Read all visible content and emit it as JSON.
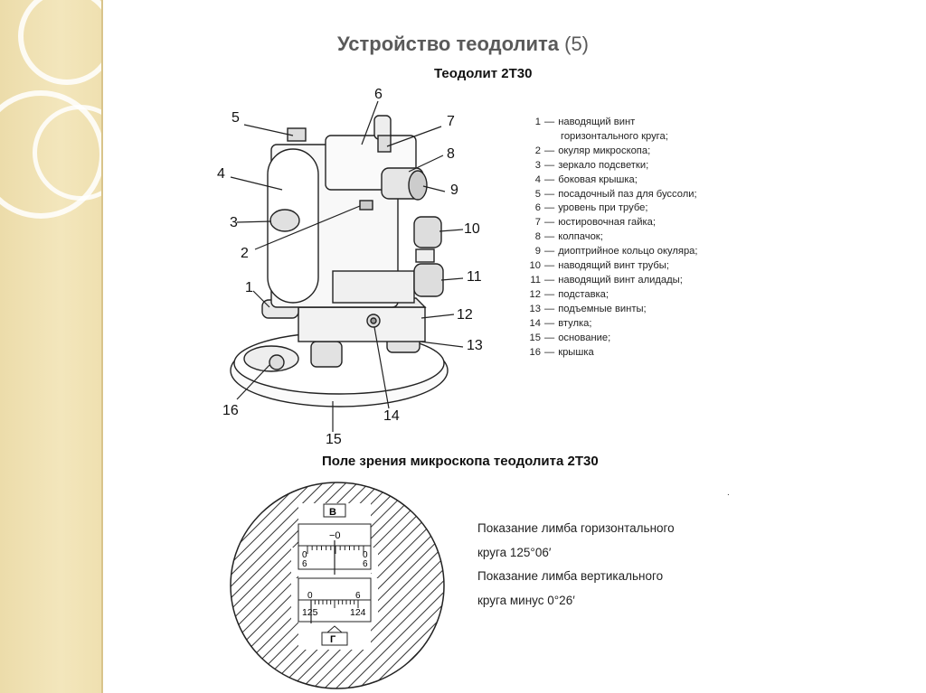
{
  "title": {
    "text": "Устройство теодолита",
    "number": "(5)"
  },
  "diagram_heading": "Теодолит 2Т30",
  "fov_heading": "Поле зрения микроскопа теодолита 2Т30",
  "callouts": [
    "1",
    "2",
    "3",
    "4",
    "5",
    "6",
    "7",
    "8",
    "9",
    "10",
    "11",
    "12",
    "13",
    "14",
    "15",
    "16"
  ],
  "legend": [
    {
      "num": "1",
      "text": "наводящий винт",
      "cont": "горизонтального круга;"
    },
    {
      "num": "2",
      "text": "окуляр микроскопа;"
    },
    {
      "num": "3",
      "text": "зеркало подсветки;"
    },
    {
      "num": "4",
      "text": "боковая крышка;"
    },
    {
      "num": "5",
      "text": "посадочный паз для буссоли;"
    },
    {
      "num": "6",
      "text": "уровень при трубе;"
    },
    {
      "num": "7",
      "text": "юстировочная гайка;"
    },
    {
      "num": "8",
      "text": "колпачок;"
    },
    {
      "num": "9",
      "text": "диоптрийное кольцо окуляра;"
    },
    {
      "num": "10",
      "text": "наводящий винт трубы;"
    },
    {
      "num": "11",
      "text": "наводящий винт алидады;"
    },
    {
      "num": "12",
      "text": "подставка;"
    },
    {
      "num": "13",
      "text": "подъемные винты;"
    },
    {
      "num": "14",
      "text": "втулка;"
    },
    {
      "num": "15",
      "text": "основание;"
    },
    {
      "num": "16",
      "text": "крышка"
    }
  ],
  "fov": {
    "v_label": "В",
    "g_label": "Г",
    "v_scale": {
      "left": "0",
      "center": "−0",
      "right": "0",
      "sub_left": "6",
      "sub_right": "6"
    },
    "h_scale": {
      "left": "0",
      "right": "6",
      "left_deg": "125",
      "right_deg": "124"
    }
  },
  "readings": [
    "Показание лимба горизонтального",
    "круга 125°06′",
    "Показание лимба вертикального",
    "круга минус 0°26′"
  ],
  "stray_mark": "."
}
